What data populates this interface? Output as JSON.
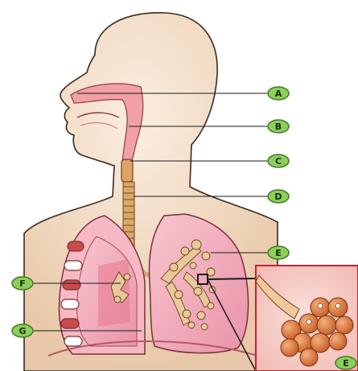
{
  "diagram": {
    "labels": [
      {
        "letter": "A",
        "part": "nasal-cavity"
      },
      {
        "letter": "B",
        "part": "pharynx"
      },
      {
        "letter": "C",
        "part": "larynx"
      },
      {
        "letter": "D",
        "part": "trachea"
      },
      {
        "letter": "E",
        "part": "bronchi-right-lung"
      },
      {
        "letter": "F",
        "part": "bronchiole-left-lung"
      },
      {
        "letter": "G",
        "part": "diaphragm"
      },
      {
        "letter": "E",
        "part": "alveoli-inset"
      }
    ],
    "colors": {
      "skin_light": "#f6e3cf",
      "skin_dark": "#e7c5a4",
      "outline": "#3a2a1e",
      "airway_pink": "#f2a0a6",
      "trachea_tan": "#d9a96a",
      "lung_pink": "#f4b2bf",
      "lung_inner": "#e98aa3",
      "rib_red": "#c94b4b",
      "alveoli_orange": "#e0874d",
      "badge_green": "#8ccf5a",
      "badge_dark": "#3f7a22"
    }
  }
}
